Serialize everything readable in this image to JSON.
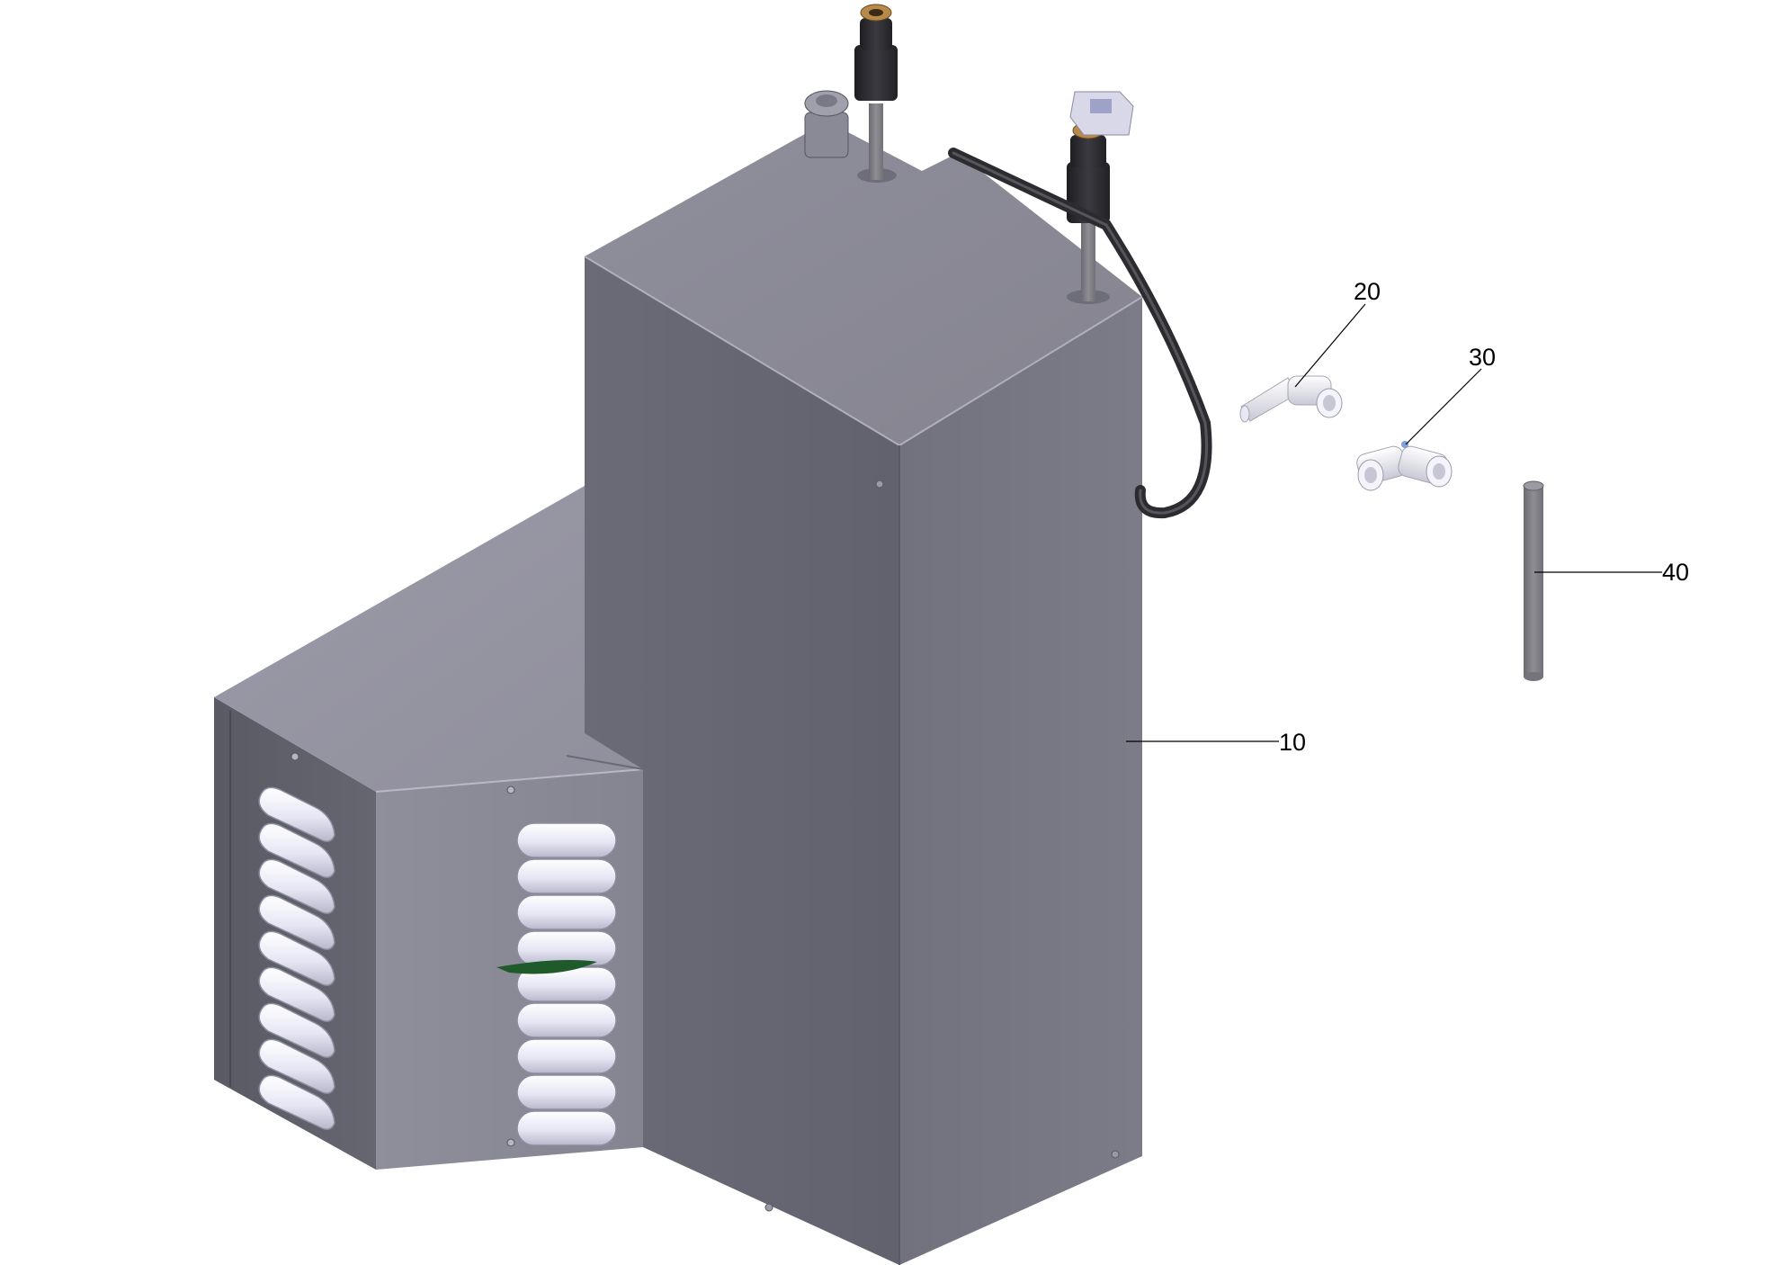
{
  "diagram": {
    "type": "exploded-parts-view",
    "colors": {
      "housing_top": "#8b8a98",
      "housing_left": "#6a6a76",
      "housing_right": "#777783",
      "fitting": "#f0f0f8",
      "connector": "#2a2a2e",
      "tube": "#7a7a80",
      "leader": "#000000"
    },
    "callouts": [
      {
        "id": "part-10",
        "label": "10"
      },
      {
        "id": "part-20",
        "label": "20"
      },
      {
        "id": "part-30",
        "label": "30"
      },
      {
        "id": "part-40",
        "label": "40"
      }
    ]
  }
}
